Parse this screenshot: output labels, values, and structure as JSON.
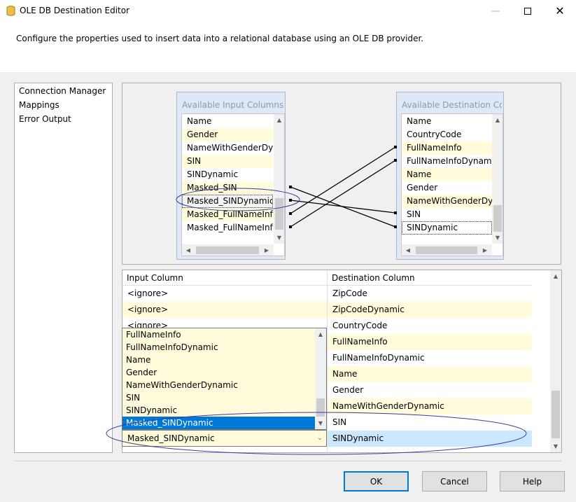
{
  "window": {
    "title": "OLE DB Destination Editor",
    "minimize_icon": "minimize-icon",
    "maximize_icon": "maximize-icon",
    "close_icon": "close-icon"
  },
  "description": "Configure the properties used to insert data into a relational database using an OLE DB provider.",
  "nav": {
    "items": [
      "Connection Manager",
      "Mappings",
      "Error Output"
    ]
  },
  "input_table": {
    "title": "Available Input Columns",
    "rows": [
      "Name",
      "Gender",
      "NameWithGenderDyn...",
      "SIN",
      "SINDynamic",
      "Masked_SIN",
      "Masked_SINDynamic",
      "Masked_FullNameInfo",
      "Masked_FullNameInf..."
    ]
  },
  "dest_table": {
    "title": "Available Destination Col...",
    "rows": [
      "Name",
      "CountryCode",
      "FullNameInfo",
      "FullNameInfoDynamic",
      "Name",
      "Gender",
      "NameWithGenderDyn...",
      "SIN",
      "SINDynamic"
    ]
  },
  "grid": {
    "headers": [
      "Input Column",
      "Destination Column"
    ],
    "input_values": [
      "<ignore>",
      "<ignore>",
      "<ignore>"
    ],
    "destination_values": [
      "ZipCode",
      "ZipCodeDynamic",
      "CountryCode",
      "FullNameInfo",
      "FullNameInfoDynamic",
      "Name",
      "Gender",
      "NameWithGenderDynamic",
      "SIN",
      "SINDynamic"
    ]
  },
  "dropdown": {
    "options": [
      "FullNameInfo",
      "FullNameInfoDynamic",
      "Name",
      "Gender",
      "NameWithGenderDynamic",
      "SIN",
      "SINDynamic",
      "Masked_SINDynamic"
    ],
    "selected": "Masked_SINDynamic"
  },
  "buttons": {
    "ok": "OK",
    "cancel": "Cancel",
    "help": "Help"
  },
  "colors": {
    "accent": "#0078d7",
    "row_alt": "#fffbdb",
    "selection": "#cce8ff",
    "annotation": "#3a3aa8"
  }
}
